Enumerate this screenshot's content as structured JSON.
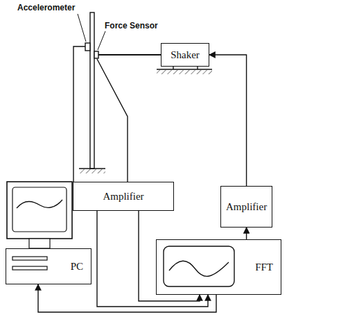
{
  "diagram": {
    "nodes": [
      {
        "text": [
          "Shaker"
        ]
      },
      {
        "text": [
          "Amplifier"
        ]
      },
      {
        "text": [
          "Amplifier"
        ]
      },
      {
        "text": [
          "FFT"
        ]
      },
      {
        "text": [
          "PC"
        ]
      }
    ],
    "edges": [
      {
        "from": 1,
        "to": 3,
        "arrow": "to"
      },
      {
        "from": 1,
        "to": 3,
        "arrow": "to"
      },
      {
        "from": 3,
        "to": 4,
        "arrow": "to"
      },
      {
        "from": 3,
        "to": 2,
        "arrow": "to"
      },
      {
        "from": 2,
        "to": 0,
        "arrow": "to"
      }
    ],
    "labels": [
      "Accelerometer",
      "Force Sensor"
    ]
  }
}
